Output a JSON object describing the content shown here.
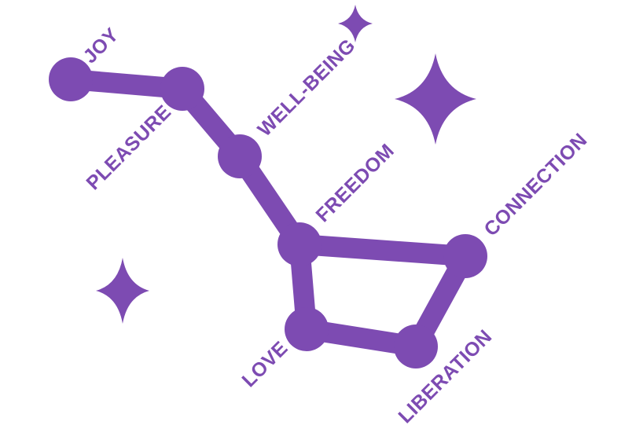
{
  "diagram": {
    "accent_color": "#7d4bb2",
    "background_color": "#ffffff",
    "nodes": [
      {
        "id": "joy",
        "label": "JOY"
      },
      {
        "id": "pleasure",
        "label": "PLEASURE"
      },
      {
        "id": "well-being",
        "label": "WELL-BEING"
      },
      {
        "id": "freedom",
        "label": "FREEDOM"
      },
      {
        "id": "connection",
        "label": "CONNECTION"
      },
      {
        "id": "liberation",
        "label": "LIBERATION"
      },
      {
        "id": "love",
        "label": "LOVE"
      }
    ],
    "edges": [
      [
        "joy",
        "pleasure"
      ],
      [
        "pleasure",
        "well-being"
      ],
      [
        "well-being",
        "freedom"
      ],
      [
        "freedom",
        "connection"
      ],
      [
        "connection",
        "liberation"
      ],
      [
        "liberation",
        "love"
      ],
      [
        "love",
        "freedom"
      ]
    ],
    "decorations": [
      {
        "icon": "sparkle-star-icon"
      },
      {
        "icon": "sparkle-star-icon"
      },
      {
        "icon": "sparkle-star-icon"
      }
    ]
  }
}
